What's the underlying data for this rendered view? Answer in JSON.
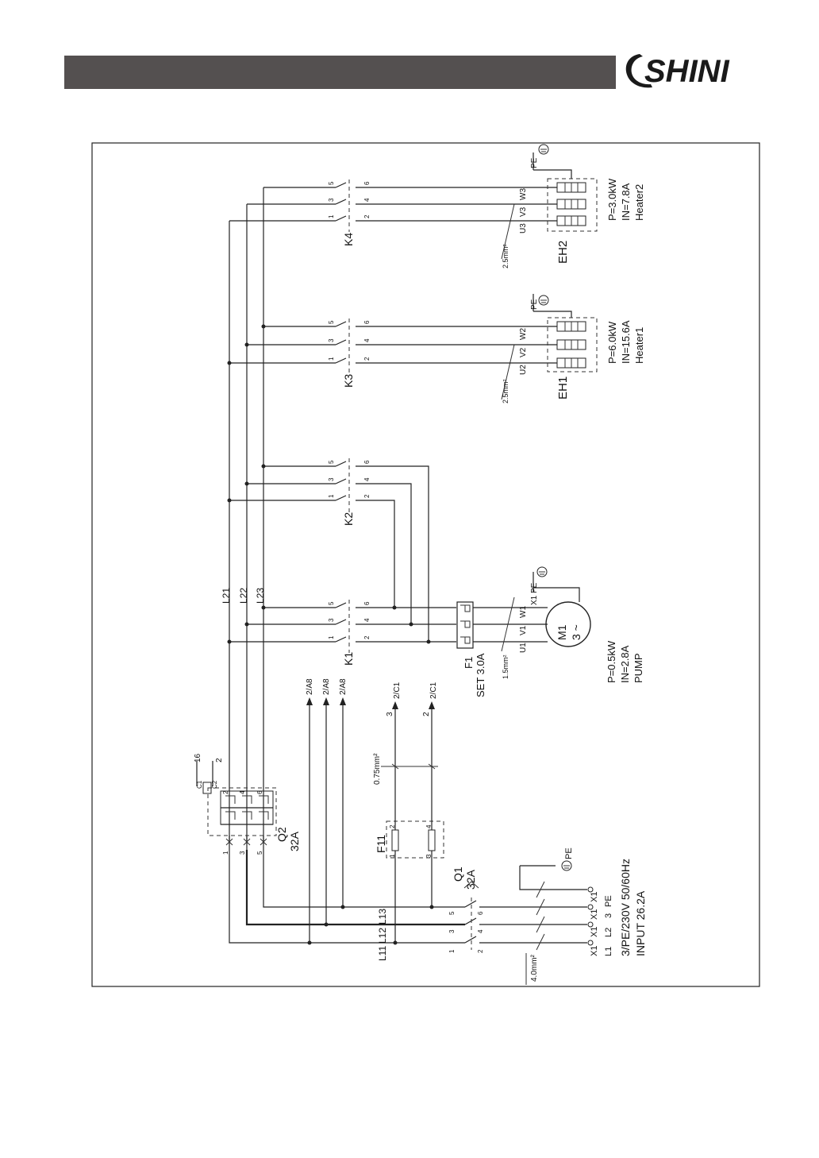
{
  "brand": {
    "logo_text": "SHINI"
  },
  "colors": {
    "header_bar": "#545050",
    "line": "#222222",
    "background": "#ffffff"
  },
  "diagram": {
    "k4": {
      "label": "K4",
      "pins_top": [
        "5",
        "3",
        "1"
      ],
      "pins_bot": [
        "6",
        "4",
        "2"
      ]
    },
    "k3": {
      "label": "K3",
      "pins_top": [
        "5",
        "3",
        "1"
      ],
      "pins_bot": [
        "6",
        "4",
        "2"
      ]
    },
    "k2": {
      "label": "K2",
      "pins_top": [
        "5",
        "3",
        "1"
      ],
      "pins_bot": [
        "6",
        "4",
        "2"
      ]
    },
    "k1": {
      "label": "K1",
      "pins_top": [
        "5",
        "3",
        "1"
      ],
      "pins_bot": [
        "6",
        "4",
        "2"
      ]
    },
    "eh2": {
      "label": "EH2",
      "power": "P=3.0kW",
      "current": "IN=7.8A",
      "name": "Heater2",
      "terminals": [
        "U3",
        "V3",
        "W3"
      ],
      "pe": "PE",
      "wire": "2.5mm²"
    },
    "eh1": {
      "label": "EH1",
      "power": "P=6.0kW",
      "current": "IN=15.6A",
      "name": "Heater1",
      "terminals": [
        "U2",
        "V2",
        "W2"
      ],
      "pe": "PE",
      "wire": "2.5mm²"
    },
    "m1": {
      "label": "M1",
      "symbol": "3 ~",
      "power": "P=0.5kW",
      "current": "IN=2.8A",
      "name": "PUMP",
      "terminals": [
        "U1",
        "V1",
        "W1"
      ],
      "pe": "X1 PE",
      "wire": "1.5mm²"
    },
    "f1": {
      "label": "F1",
      "setting": "SET 3.0A"
    },
    "f11": {
      "label": "F11",
      "pins": [
        "1",
        "2",
        "3",
        "4"
      ]
    },
    "q1": {
      "label": "Q1",
      "rating": "32A",
      "pins": [
        "1",
        "2",
        "3",
        "4",
        "5",
        "6"
      ]
    },
    "q2": {
      "label": "Q2",
      "rating": "32A",
      "pins": [
        "1",
        "2",
        "3",
        "4",
        "5",
        "6"
      ],
      "aux": [
        "C1",
        "C2"
      ],
      "aux_refs": [
        "16",
        "2"
      ]
    },
    "lines": {
      "l2": [
        "L21",
        "L22",
        "L23"
      ],
      "l1": [
        "L11",
        "L12",
        "L13"
      ]
    },
    "refs": {
      "a8": "2/A8",
      "c1": "2/C1",
      "num3": "3",
      "num2": "2"
    },
    "wire_ctrl": "0.75mm²",
    "wire_input": "4.0mm²",
    "input": {
      "terminals": [
        "X1",
        "X1",
        "X1",
        "X1"
      ],
      "phases": [
        "L1",
        "L2",
        "3",
        "PE"
      ],
      "pe": "PE",
      "spec": "3/PE/230V 50/60Hz",
      "current": "INPUT 26.2A"
    }
  }
}
